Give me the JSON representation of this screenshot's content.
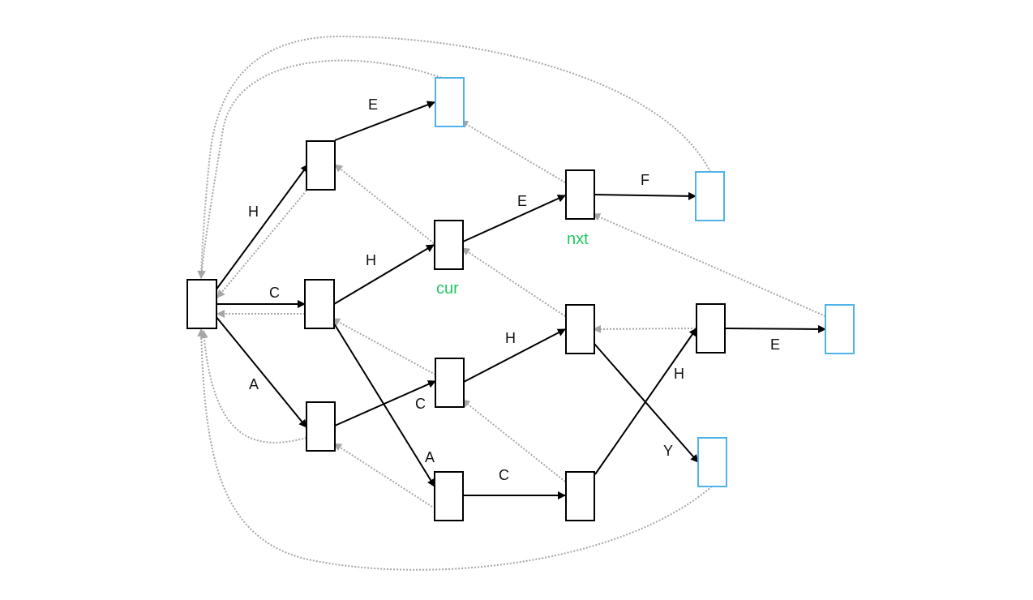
{
  "colors": {
    "node_border": "#000000",
    "terminal_border": "#4fb3ea",
    "transition_edge": "#000000",
    "failure_link": "#a6a6a6",
    "marker_text": "#1ec95f"
  },
  "markers": {
    "cur": "cur",
    "nxt": "nxt"
  },
  "edge_labels": {
    "root_n1": "H",
    "root_n2": "C",
    "root_n3": "A",
    "n1_t1": "E",
    "n2_cur": "H",
    "n2_n8": "A",
    "n3_n7": "C",
    "cur_nxt": "E",
    "nxt_t2": "F",
    "n7_n9": "H",
    "n8_n10": "C",
    "n9_t4": "Y",
    "n10_n11": "H",
    "n11_t3": "E"
  }
}
